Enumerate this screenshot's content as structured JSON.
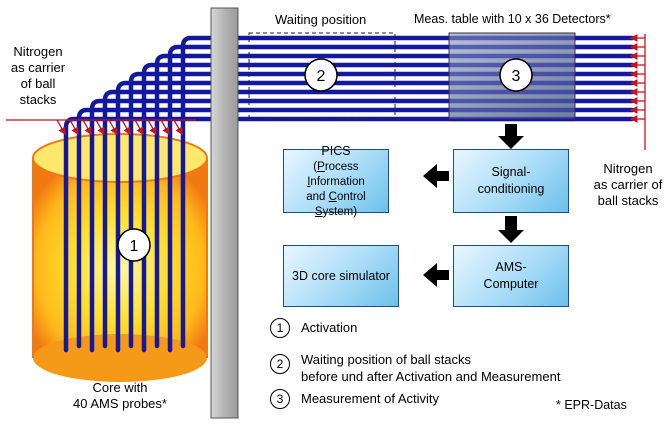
{
  "waiting_position_label": "Waiting position",
  "meas_table_label": "Meas. table with 10 x 36 Detectors*",
  "nitrogen_left": [
    "Nitrogen",
    "as carrier",
    "of ball",
    "stacks"
  ],
  "nitrogen_right": [
    "Nitrogen",
    "as carrier of",
    "ball stacks"
  ],
  "core_label": [
    "Core with",
    "40 AMS probes*"
  ],
  "markers": {
    "one": "1",
    "two": "2",
    "three": "3"
  },
  "boxes": {
    "pics": {
      "title": "PICS",
      "line2_parts": [
        "(",
        "P",
        "rocess ",
        "I",
        "nformation"
      ],
      "line3_parts": [
        "and ",
        "C",
        "ontrol ",
        "S",
        "ystem)"
      ]
    },
    "signal": [
      "Signal-",
      "conditioning"
    ],
    "ams": [
      "AMS-",
      "Computer"
    ],
    "simulator": "3D core simulator"
  },
  "legend": [
    {
      "num": "1",
      "lines": [
        "Activation"
      ]
    },
    {
      "num": "2",
      "lines": [
        "Waiting position of ball stacks",
        "before und after Activation and Measurement"
      ]
    },
    {
      "num": "3",
      "lines": [
        "Measurement of Activity"
      ]
    }
  ],
  "footnote": "* EPR-Datas",
  "colors": {
    "tube": "#13189e",
    "nitrogen": "#c8141e",
    "core_yellow": "#ffd21a",
    "core_orange": "#f06a10",
    "wall": "#b9b9b9",
    "box_fill": "#a9dcf7",
    "meas_table": "#8e9bb8"
  }
}
